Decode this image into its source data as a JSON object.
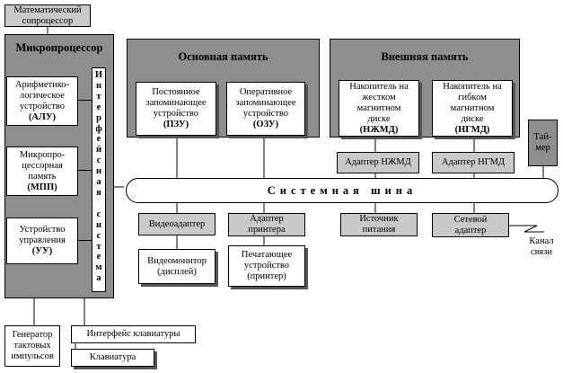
{
  "coprocessor": {
    "line1": "Математический",
    "line2": "сопроцессор"
  },
  "microprocessor": {
    "title": "Микропроцессор",
    "alu": {
      "line1": "Арифметико-",
      "line2": "логическое",
      "line3": "устройство",
      "abbr": "(АЛУ)"
    },
    "mpp": {
      "line1": "Микропро-",
      "line2": "цессорная",
      "line3": "память",
      "abbr": "(МПП)"
    },
    "uu": {
      "line1": "Устройство",
      "line2": "управления",
      "abbr": "(УУ)"
    },
    "interface_system_letters": [
      "И",
      "н",
      "т",
      "е",
      "р",
      "ф",
      "е",
      "й",
      "с",
      "н",
      "а",
      "я",
      " ",
      "с",
      "и",
      "с",
      "т",
      "е",
      "м",
      "а"
    ]
  },
  "main_memory": {
    "title": "Основная память",
    "rom": {
      "line1": "Постоянное",
      "line2": "запоминающее",
      "line3": "устройство",
      "abbr": "(ПЗУ)"
    },
    "ram": {
      "line1": "Оперативное",
      "line2": "запоминающее",
      "line3": "устройство",
      "abbr": "(ОЗУ)"
    }
  },
  "external_memory": {
    "title": "Внешняя память",
    "hdd": {
      "line1": "Накопитель на",
      "line2": "жестком",
      "line3": "магнитном",
      "line4": "диске",
      "abbr": "(НЖМД)"
    },
    "fdd": {
      "line1": "Накопитель на",
      "line2": "гибком",
      "line3": "магнитном",
      "line4": "диске",
      "abbr": "(НГМД)"
    }
  },
  "timer": {
    "line1": "Тай-",
    "line2": "мер"
  },
  "adapter_hdd": "Адаптер НЖМД",
  "adapter_fdd": "Адаптер НГМД",
  "system_bus": "Системная шина",
  "video_adapter": "Видеоадаптер",
  "printer_adapter": {
    "line1": "Адаптер",
    "line2": "принтера"
  },
  "power_supply": {
    "line1": "Источник",
    "line2": "питания"
  },
  "network_adapter": {
    "line1": "Сетевой",
    "line2": "адаптер"
  },
  "video_monitor": {
    "line1": "Видеомонитор",
    "line2": "(дисплей)"
  },
  "printer": {
    "line1": "Печатающее",
    "line2": "устройство",
    "line3": "(принтер)"
  },
  "channel": {
    "line1": "Канал",
    "line2": "связи"
  },
  "clock_generator": {
    "line1": "Генератор",
    "line2": "тактовых",
    "line3": "импульсов"
  },
  "keyboard_interface": "Интерфейс клавиатуры",
  "keyboard": "Клавиатура"
}
